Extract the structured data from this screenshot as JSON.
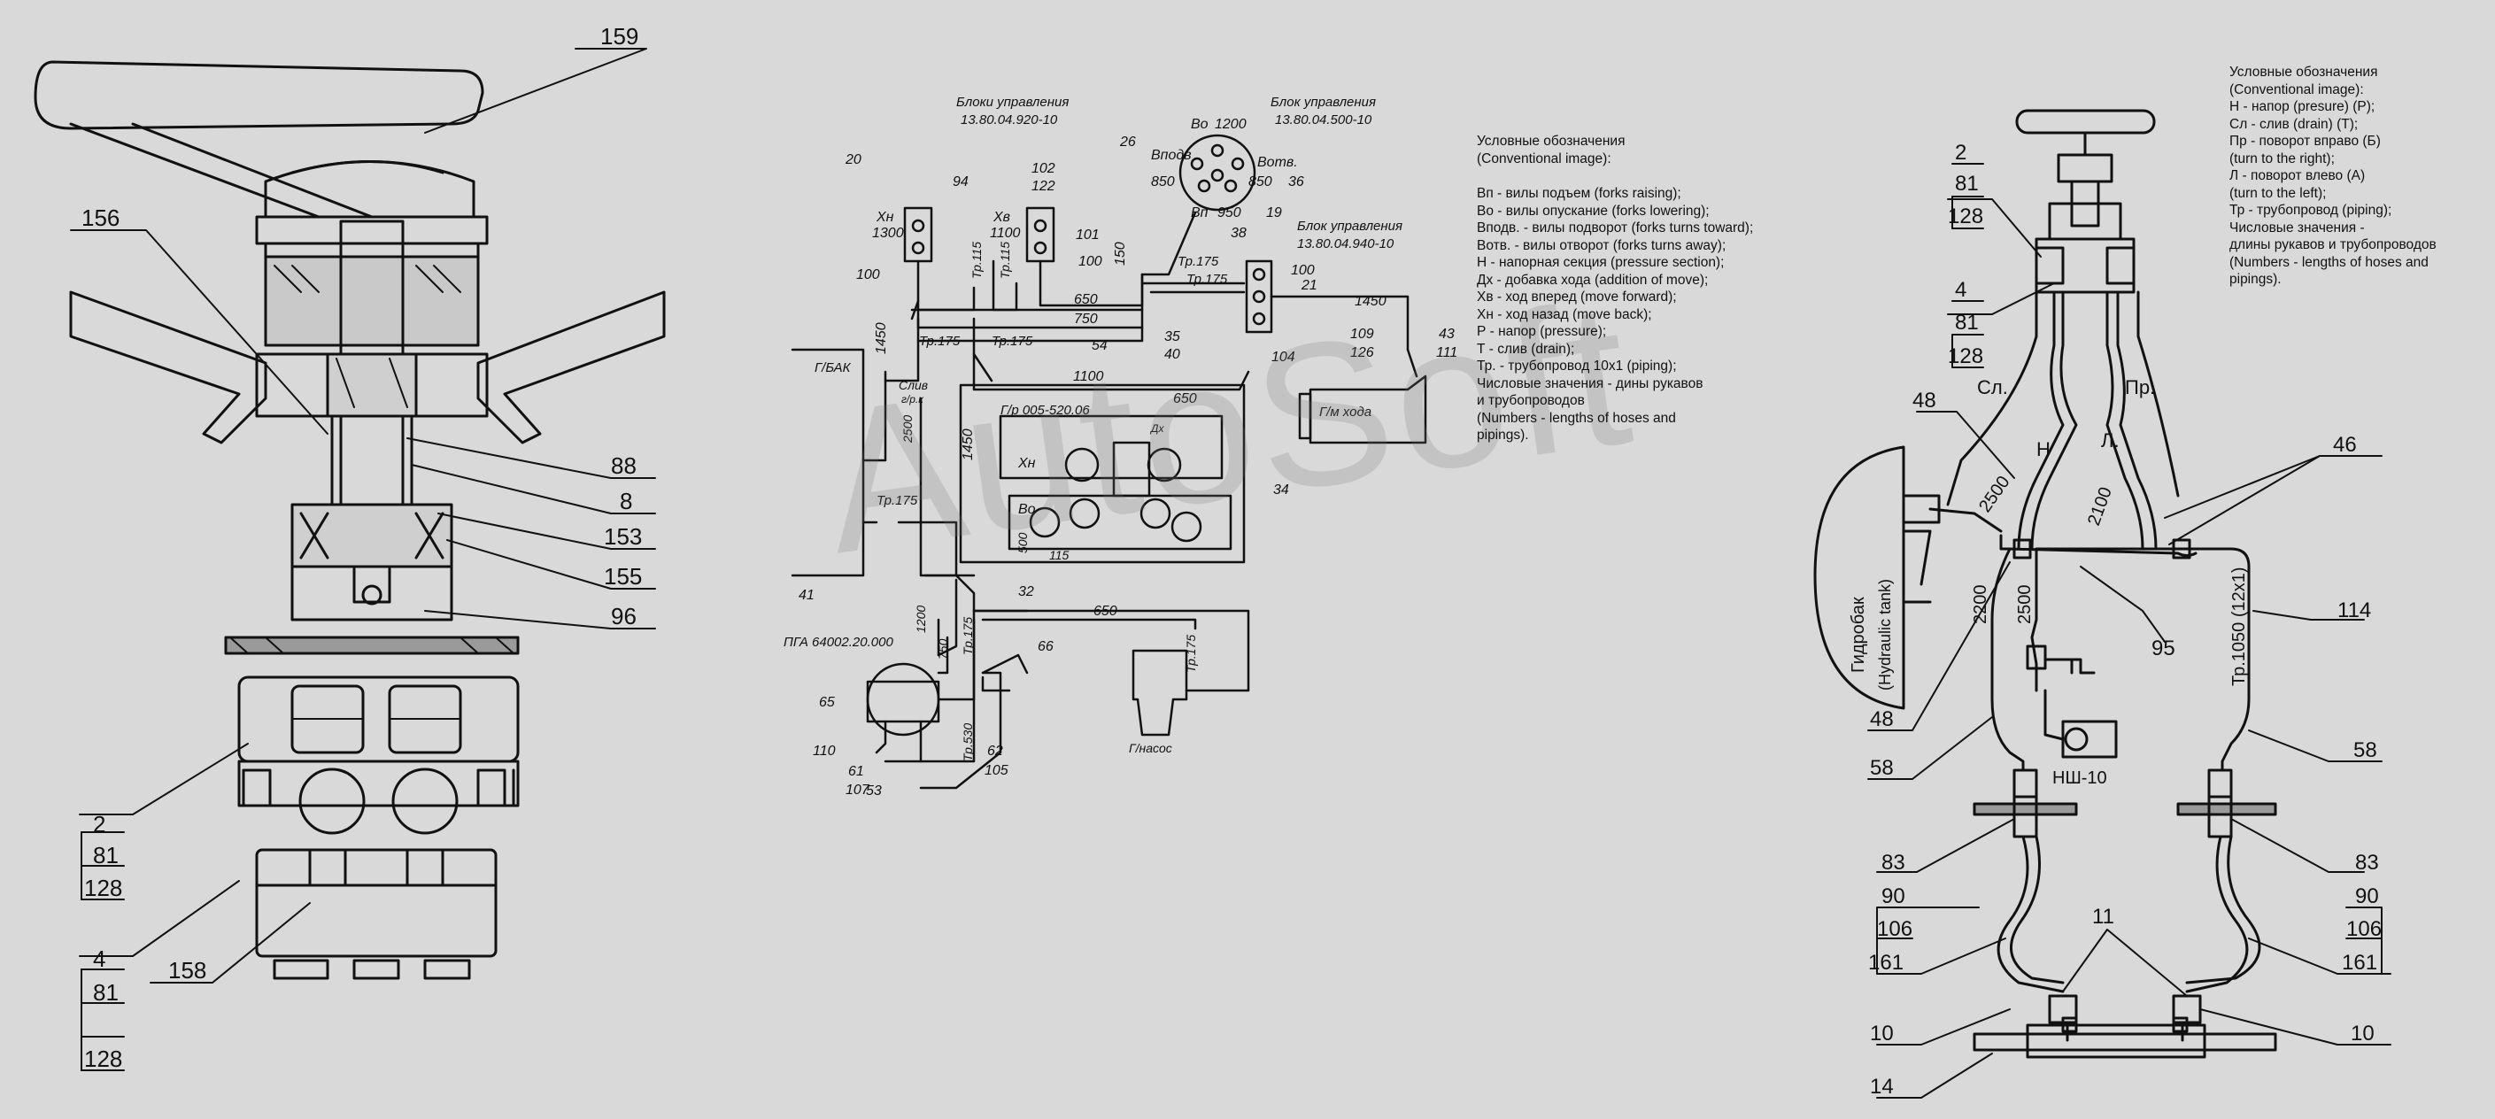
{
  "watermark": "AutoSoft",
  "legend_left": {
    "lines": [
      "Условные обозначения",
      "(Conventional image):",
      "",
      "Вп - вилы подъем (forks raising);",
      "Во - вилы опускание (forks lowering);",
      "Вподв. - вилы подворот (forks turns toward);",
      "Вотв. - вилы отворот (forks turns away);",
      "Н - напорная секция (pressure section);",
      "Дх - добавка хода (addition of move);",
      "Хв - ход вперед (move forward);",
      "Хн - ход назад (move back);",
      "Р - напор (pressure);",
      "Т - слив (drain);",
      "Тр. - трубопровод 10х1 (piping);",
      "Числовые значения - дины рукавов",
      "и трубопроводов",
      "(Numbers - lengths of hoses and",
      "pipings)."
    ]
  },
  "legend_right": {
    "lines": [
      "Условные обозначения",
      "(Conventional image):",
      "Н - напор (presure) (Р);",
      "Сл - слив (drain) (Т);",
      "Пр - поворот вправо (Б)",
      "         (turn to the right);",
      "Л - поворот влево (А)",
      "         (turn to the left);",
      "Тр - трубопровод (piping);",
      "Числовые значения -",
      "длины рукавов и трубопроводов",
      "(Numbers - lengths of hoses and",
      "pipings)."
    ]
  },
  "left_view": {
    "callouts": [
      "159",
      "156",
      "88",
      "8",
      "153",
      "155",
      "96",
      "158"
    ],
    "stack_2": [
      "2",
      "81",
      "128"
    ],
    "stack_4": [
      "4",
      "81",
      "128"
    ]
  },
  "middle_view": {
    "titles": {
      "control_blocks": "Блоки управления",
      "control_blocks_code": "13.80.04.920-10",
      "control_block_1": "Блок управления",
      "control_block_1_code": "13.80.04.500-10",
      "control_block_2": "Блок управления",
      "control_block_2_code": "13.80.04.940-10"
    },
    "labels": {
      "xn": "Хн",
      "xb": "Хв",
      "n1300": "1300",
      "n1100": "1100",
      "bo": "Во",
      "bn": "Вп",
      "bpodv": "Вподв",
      "botv": "Вотв.",
      "n1200": "1200",
      "n850a": "850",
      "n850b": "850",
      "n950": "950",
      "tr175": "Тр.175",
      "tr115": "Тр.115",
      "n650": "650",
      "n750": "750",
      "n1450a": "1450",
      "n1450b": "1450",
      "n1100b": "1100",
      "n650b": "650",
      "n2500": "2500",
      "n500": "500",
      "n115": "115",
      "n530": "Тр.530",
      "tank": "Г/БАК",
      "drain": "Слив",
      "drain2": "г/р.к",
      "motor": "Г/м хода",
      "pump": "Г/насос",
      "distributor": "Г/р 005-520.06",
      "pga": "ПГА 64002.20.000",
      "dx": "Дх"
    },
    "callouts": [
      "20",
      "94",
      "102",
      "122",
      "100",
      "26",
      "36",
      "19",
      "38",
      "101",
      "150",
      "100",
      "650",
      "54",
      "35",
      "40",
      "21",
      "104",
      "109",
      "126",
      "43",
      "111",
      "34",
      "41",
      "65",
      "66",
      "32",
      "62",
      "105",
      "53",
      "110",
      "61",
      "107"
    ]
  },
  "right_view": {
    "tank_label_ru": "Гидробак",
    "tank_label_en": "(Hydraulic tank)",
    "pump_label": "НШ-10",
    "port_labels": [
      "Сл.",
      "Пр.",
      "Н",
      "Л."
    ],
    "lengths": [
      "2500",
      "2100",
      "2200",
      "2500",
      "Тр.1050 (12х1)"
    ],
    "callouts": [
      "48",
      "46",
      "114",
      "95",
      "48",
      "58",
      "58",
      "83",
      "90",
      "106",
      "161",
      "11",
      "10",
      "14",
      "83",
      "90",
      "106",
      "161",
      "10"
    ],
    "stack_2": [
      "2",
      "81",
      "128"
    ],
    "stack_4": [
      "4",
      "81",
      "128"
    ]
  }
}
